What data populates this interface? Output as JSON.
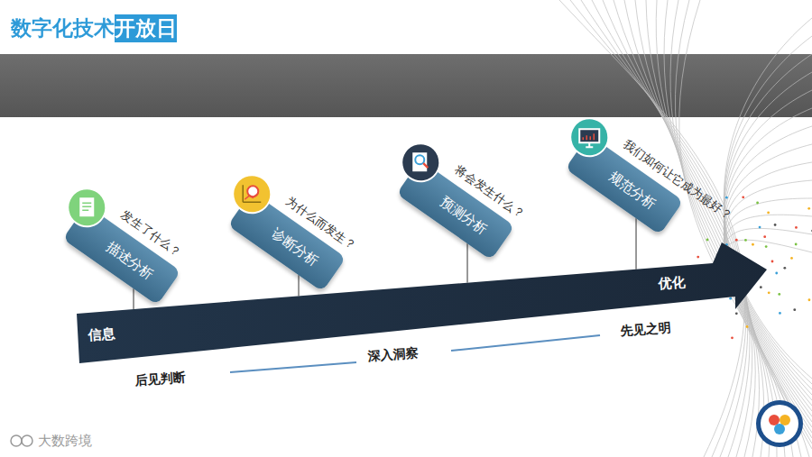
{
  "diagram": {
    "title": "数字化技术开放日",
    "nodes": [
      {
        "text": [
          "信息",
          "优化"
        ]
      },
      {
        "text": [
          "描述分析",
          "发生了什么？"
        ]
      },
      {
        "text": [
          "诊断分析",
          "为什么而发生？"
        ]
      },
      {
        "text": [
          "预测分析",
          "将会发生什么？"
        ]
      },
      {
        "text": [
          "规范分析",
          "我们如何让它成为最好？"
        ]
      }
    ],
    "edges": [
      {
        "from": 1,
        "to": 0,
        "arrow": "none"
      },
      {
        "from": 2,
        "to": 0,
        "arrow": "none"
      },
      {
        "from": 3,
        "to": 0,
        "arrow": "none"
      },
      {
        "from": 4,
        "to": 0,
        "arrow": "none"
      }
    ],
    "labels": [
      "后见判断",
      "深入洞察",
      "先见之明",
      "大数跨境"
    ]
  }
}
